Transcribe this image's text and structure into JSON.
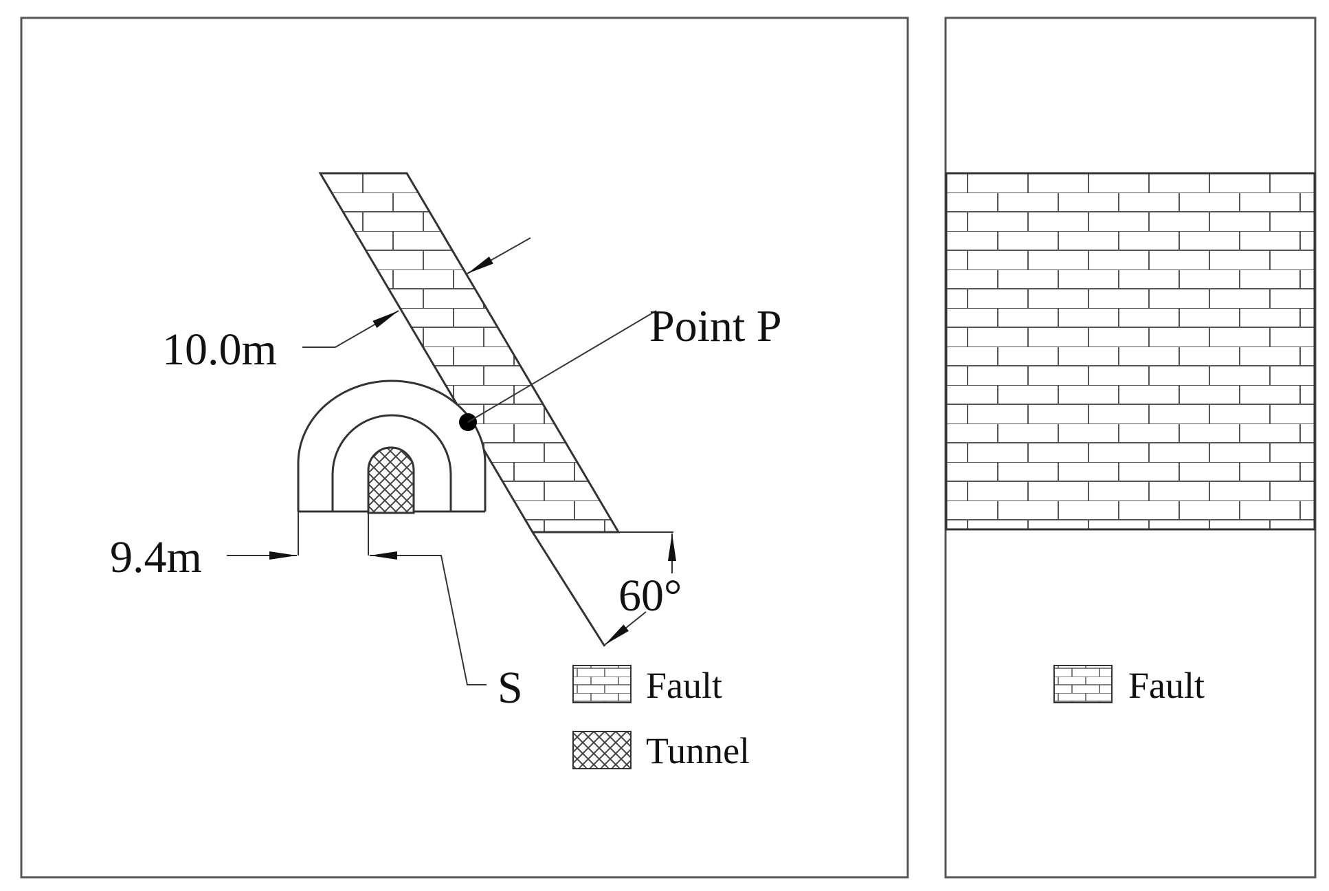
{
  "left_panel": {
    "labels": {
      "thickness": "10.0m",
      "point": "Point P",
      "width": "9.4m",
      "angle": "60°",
      "spacing": "S"
    },
    "legend": [
      {
        "pattern": "fault",
        "label": "Fault"
      },
      {
        "pattern": "tunnel",
        "label": "Tunnel"
      }
    ]
  },
  "right_panel": {
    "legend": [
      {
        "pattern": "fault",
        "label": "Fault"
      }
    ]
  },
  "colors": {
    "line": "#333333",
    "fill_point": "#000000",
    "background": "#ffffff"
  }
}
